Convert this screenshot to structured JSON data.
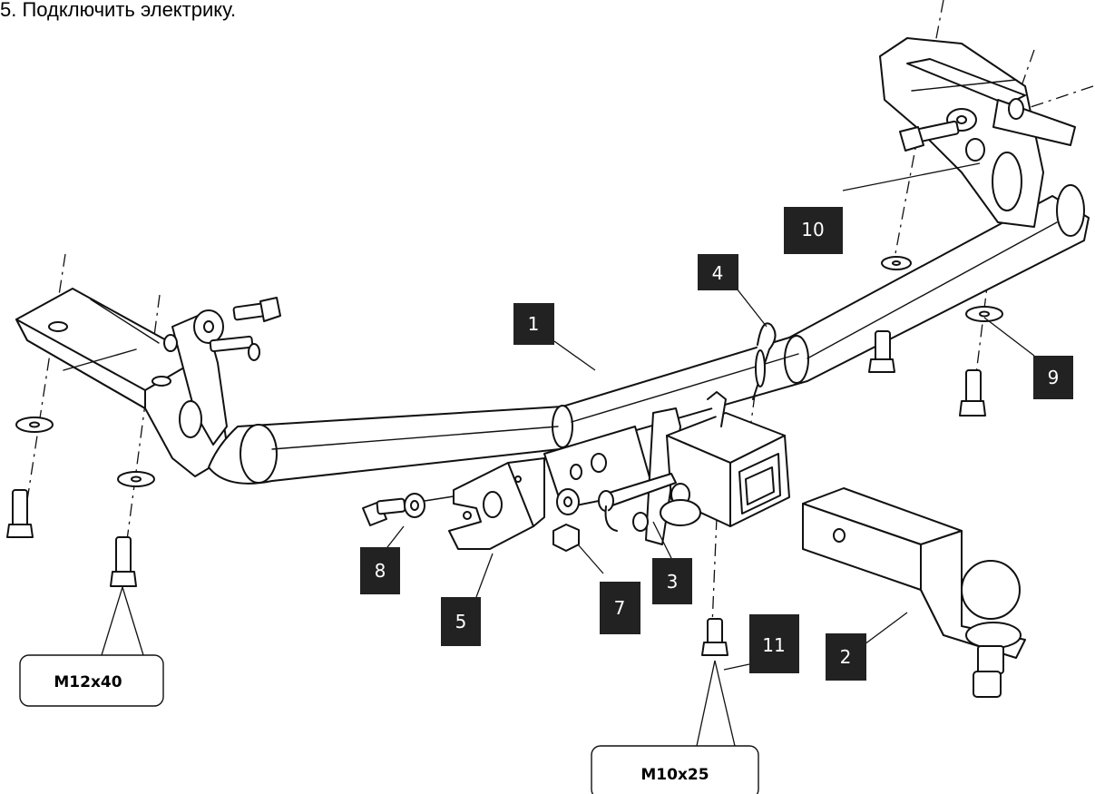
{
  "instruction": "5. Подключить электрику.",
  "callouts": {
    "c1": "1",
    "c2": "2",
    "c3": "3",
    "c4": "4",
    "c5": "5",
    "c6": "7",
    "c7": "8",
    "c8": "9",
    "c9": "10",
    "c10": "11"
  },
  "size_labels": {
    "left": "M12x40",
    "bottom": "M10x25"
  },
  "colors": {
    "tag_fill": "#222222",
    "line": "#111111",
    "background": "#ffffff"
  }
}
